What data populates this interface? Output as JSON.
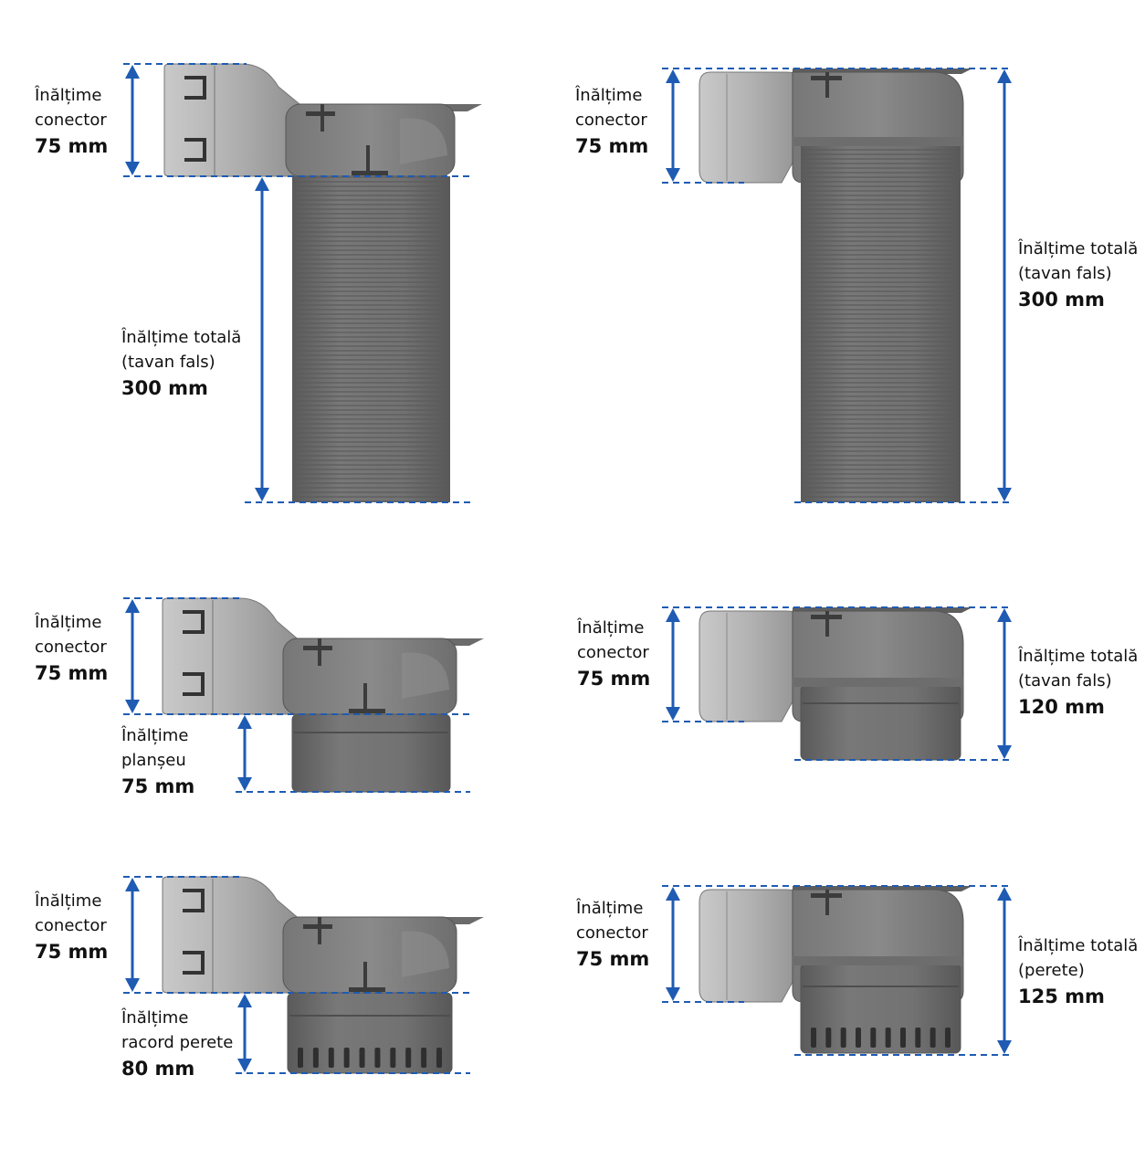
{
  "colors": {
    "dimension": "#1f5bb3",
    "part_dark": "#6a6a6a",
    "part_light": "#a8a8a8",
    "background": "#ffffff"
  },
  "panels": [
    {
      "id": "tl",
      "connector": {
        "line1": "Înălțime",
        "line2": "conector",
        "value": "75 mm"
      },
      "lower": {
        "line1": "Înălțime totală",
        "line2": "(tavan fals)",
        "value": "300 mm"
      }
    },
    {
      "id": "tr",
      "connector": {
        "line1": "Înălțime",
        "line2": "conector",
        "value": "75 mm"
      },
      "lower": {
        "line1": "Înălțime totală",
        "line2": "(tavan fals)",
        "value": "300 mm"
      }
    },
    {
      "id": "ml",
      "connector": {
        "line1": "Înălțime",
        "line2": "conector",
        "value": "75 mm"
      },
      "lower": {
        "line1": "Înălțime",
        "line2": "planșeu",
        "value": "75 mm"
      }
    },
    {
      "id": "mr",
      "connector": {
        "line1": "Înălțime",
        "line2": "conector",
        "value": "75 mm"
      },
      "lower": {
        "line1": "Înălțime totală",
        "line2": "(tavan fals)",
        "value": "120 mm"
      }
    },
    {
      "id": "bl",
      "connector": {
        "line1": "Înălțime",
        "line2": "conector",
        "value": "75 mm"
      },
      "lower": {
        "line1": "Înălțime",
        "line2": "racord perete",
        "value": "80 mm"
      }
    },
    {
      "id": "br",
      "connector": {
        "line1": "Înălțime",
        "line2": "conector",
        "value": "75 mm"
      },
      "lower": {
        "line1": "Înălțime totală",
        "line2": "(perete)",
        "value": "125 mm"
      }
    }
  ]
}
